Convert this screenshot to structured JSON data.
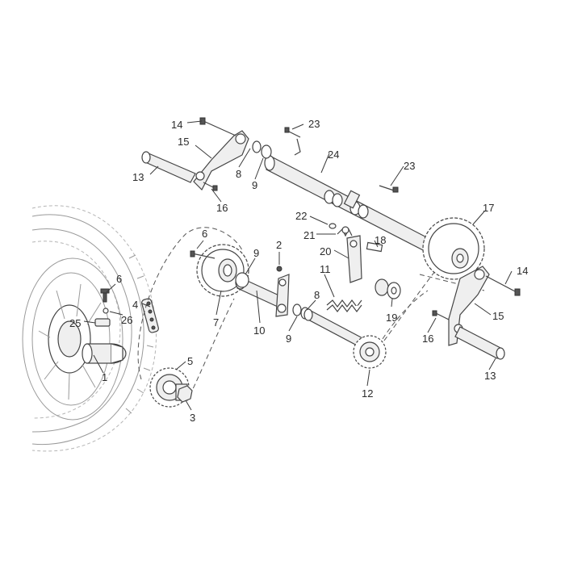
{
  "diagram": {
    "callouts": [
      "1",
      "2",
      "3",
      "4",
      "5",
      "6",
      "6",
      "7",
      "8",
      "8",
      "9",
      "9",
      "9",
      "10",
      "11",
      "12",
      "13",
      "13",
      "14",
      "14",
      "15",
      "15",
      "16",
      "16",
      "17",
      "18",
      "19",
      "20",
      "21",
      "22",
      "23",
      "23",
      "24",
      "25",
      "26"
    ]
  },
  "colors": {
    "line": "#444444",
    "text": "#2b2b2b",
    "background": "#ffffff"
  }
}
